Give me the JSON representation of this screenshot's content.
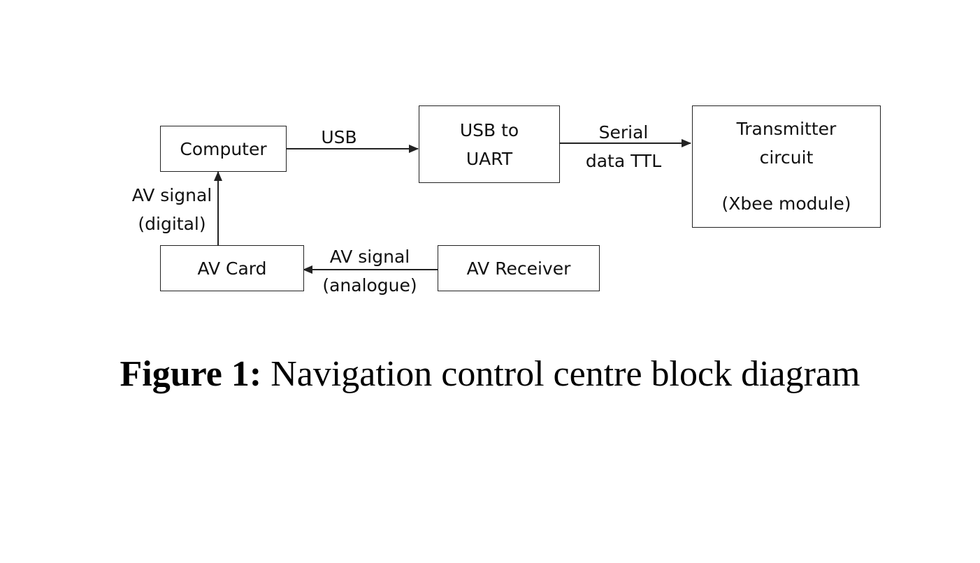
{
  "blocks": {
    "computer": "Computer",
    "usb_to_uart": [
      "USB to",
      "UART"
    ],
    "transmitter": [
      "Transmitter",
      "circuit",
      "(Xbee module)"
    ],
    "av_card": "AV Card",
    "av_receiver": "AV Receiver"
  },
  "connections": {
    "usb": "USB",
    "serial": [
      "Serial",
      "data TTL"
    ],
    "av_digital": [
      "AV signal",
      "(digital)"
    ],
    "av_analogue": [
      "AV signal",
      "(analogue)"
    ]
  },
  "caption": {
    "number": "Figure 1:",
    "text": "Navigation control centre block diagram"
  },
  "colors": {
    "line": "#222222",
    "text": "#111111"
  }
}
